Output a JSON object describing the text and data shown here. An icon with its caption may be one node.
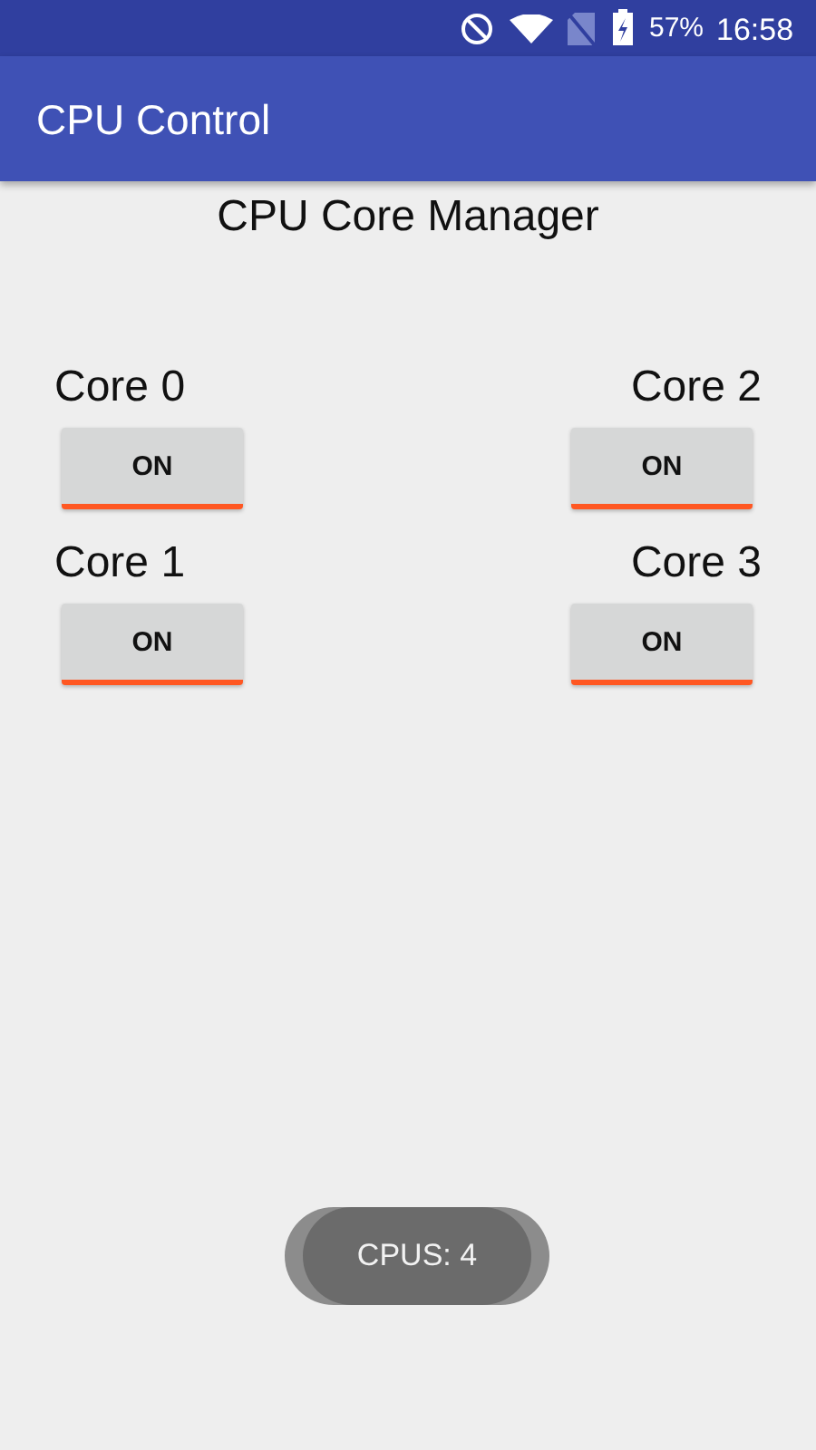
{
  "diagram": {
    "title": "CPU Core Manager",
    "nodes": [
      {
        "text": [
          "Core 0",
          "ON"
        ]
      },
      {
        "text": [
          "Core 1",
          "ON"
        ]
      },
      {
        "text": [
          "Core 2",
          "ON"
        ]
      },
      {
        "text": [
          "Core 3",
          "ON"
        ]
      },
      {
        "text": [
          "CPUS: 4"
        ]
      }
    ],
    "labels": [
      "57%",
      "16:58",
      "CPU Control"
    ]
  }
}
